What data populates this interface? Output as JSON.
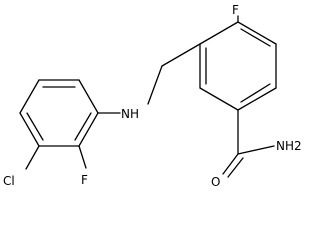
{
  "molecule": {
    "atoms": {
      "f_top": "F",
      "nh": "NH",
      "cl": "Cl",
      "f_bottom": "F",
      "o": "O",
      "nh2": "NH2"
    }
  }
}
